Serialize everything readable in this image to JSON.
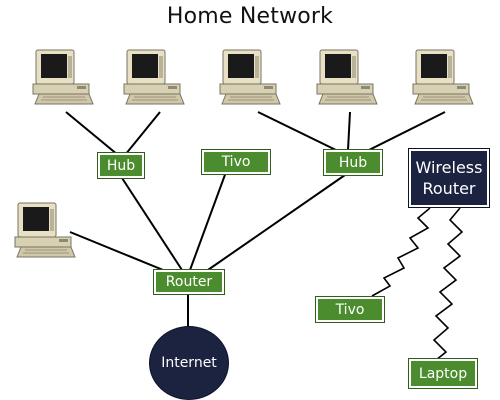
{
  "title": "Home Network",
  "nodes": {
    "hub_left": "Hub",
    "tivo_top": "Tivo",
    "hub_right": "Hub",
    "wireless_router": "Wireless Router",
    "router": "Router",
    "internet": "Internet",
    "tivo_wireless": "Tivo",
    "laptop": "Laptop"
  },
  "colors": {
    "node_green": "#4a8c2e",
    "node_navy": "#1c2340",
    "computer_beige": "#e7e0c4",
    "link_line": "#000000"
  },
  "icons": [
    "desktop-computer-icon"
  ]
}
